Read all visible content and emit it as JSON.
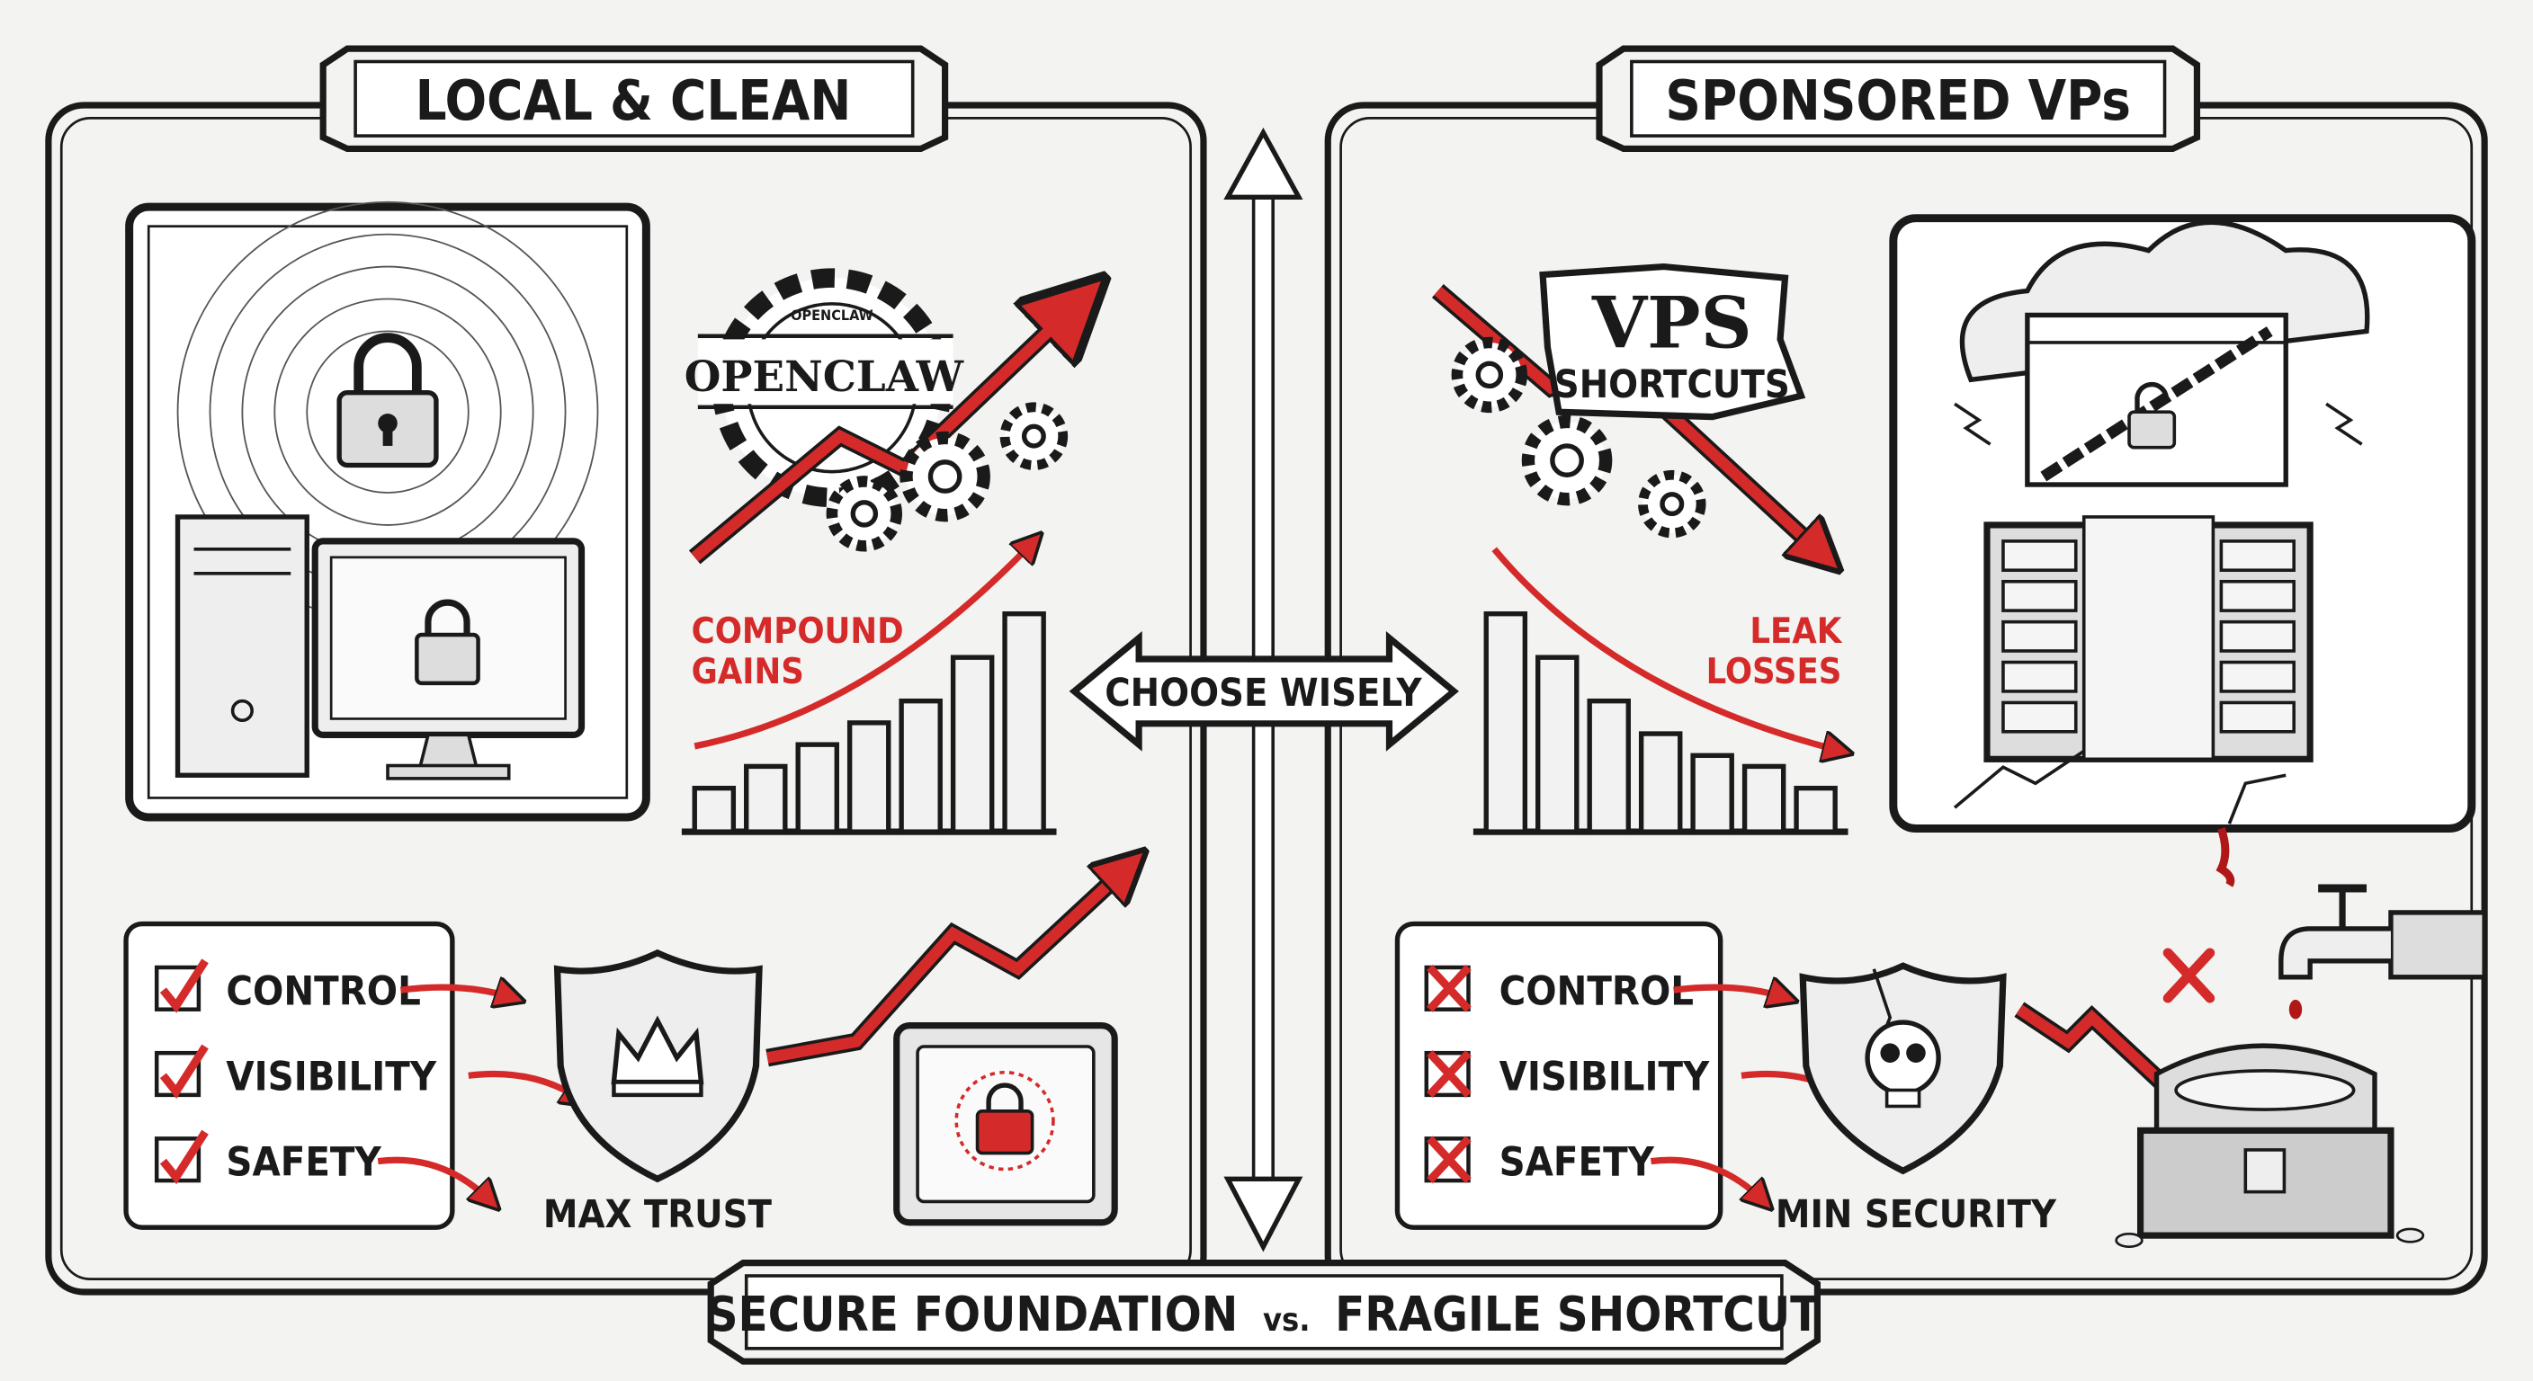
{
  "left_panel": {
    "title": "LOCAL & CLEAN",
    "logo_label": "OPENCLAW",
    "logo_ring_text": "OPENCLAW",
    "gain_label_line1": "COMPOUND",
    "gain_label_line2": "GAINS",
    "checklist": [
      {
        "label": "CONTROL",
        "status": "check"
      },
      {
        "label": "VISIBILITY",
        "status": "check"
      },
      {
        "label": "SAFETY",
        "status": "check"
      }
    ],
    "shield_label": "MAX TRUST",
    "bar_trend": [
      2,
      3,
      4,
      5,
      6,
      8,
      10
    ]
  },
  "right_panel": {
    "title": "SPONSORED VPs",
    "badge_line1": "VPS",
    "badge_line2": "SHORTCUTS",
    "loss_label_line1": "LEAK",
    "loss_label_line2": "LOSSES",
    "checklist": [
      {
        "label": "CONTROL",
        "status": "cross"
      },
      {
        "label": "VISIBILITY",
        "status": "cross"
      },
      {
        "label": "SAFETY",
        "status": "cross"
      }
    ],
    "shield_label": "MIN SECURITY",
    "bar_trend": [
      10,
      8,
      6,
      4.5,
      3.5,
      3,
      2
    ]
  },
  "center": {
    "choice_label": "CHOOSE WISELY"
  },
  "footer": {
    "part1": "SECURE FOUNDATION",
    "vs": "vs.",
    "part2": "FRAGILE SHORTCUT"
  },
  "colors": {
    "ink": "#1a1a1a",
    "accent_red": "#d42a2a",
    "paper": "#f3f3f1"
  }
}
